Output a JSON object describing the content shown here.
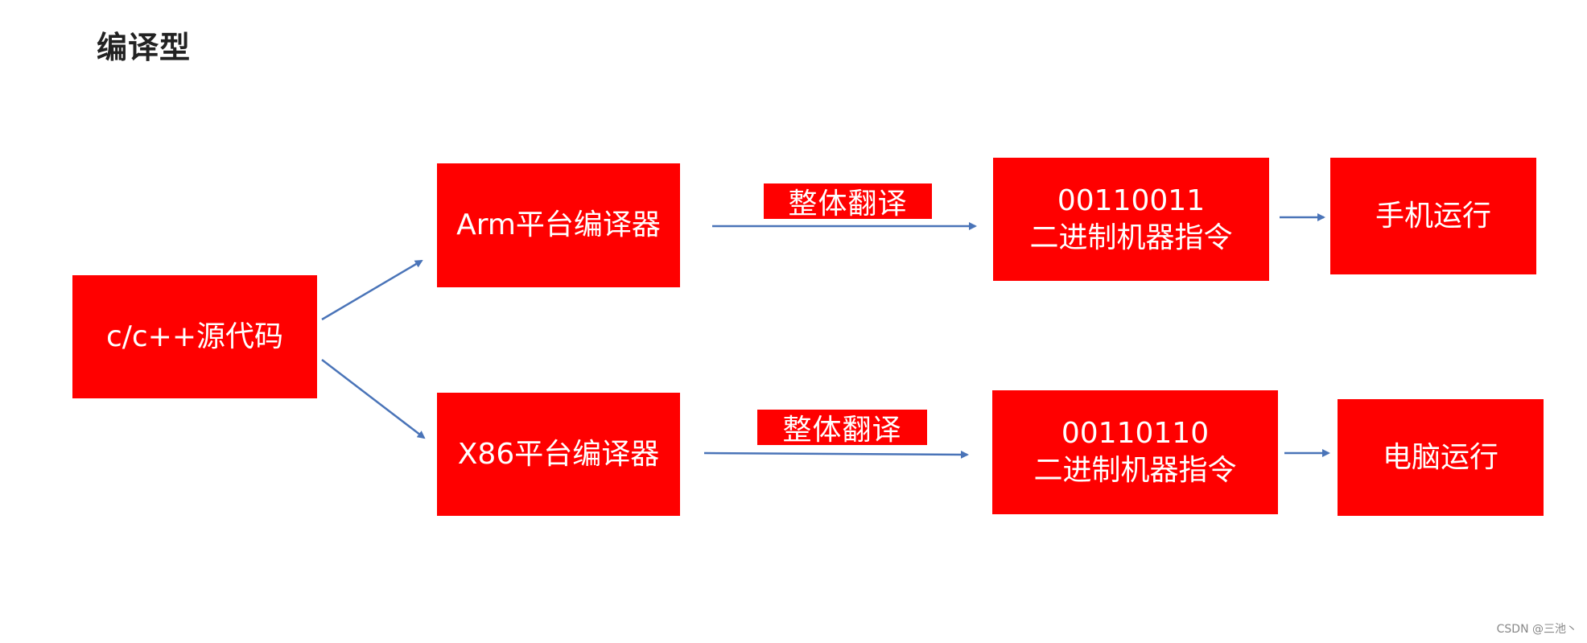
{
  "title": "编译型",
  "source_box": {
    "label": "c/c++源代码"
  },
  "compilers": [
    {
      "label": "Arm平台编译器"
    },
    {
      "label": "X86平台编译器"
    }
  ],
  "edge_labels": [
    {
      "label": "整体翻译"
    },
    {
      "label": "整体翻译"
    }
  ],
  "binaries": [
    {
      "code": "00110011",
      "desc": "二进制机器指令"
    },
    {
      "code": "00110110",
      "desc": "二进制机器指令"
    }
  ],
  "targets": [
    {
      "label": "手机运行"
    },
    {
      "label": "电脑运行"
    }
  ],
  "watermark": "CSDN @三池丶",
  "colors": {
    "box_fill": "#ff0000",
    "box_text": "#ffffff",
    "arrow": "#4a74b8",
    "title": "#222222"
  }
}
